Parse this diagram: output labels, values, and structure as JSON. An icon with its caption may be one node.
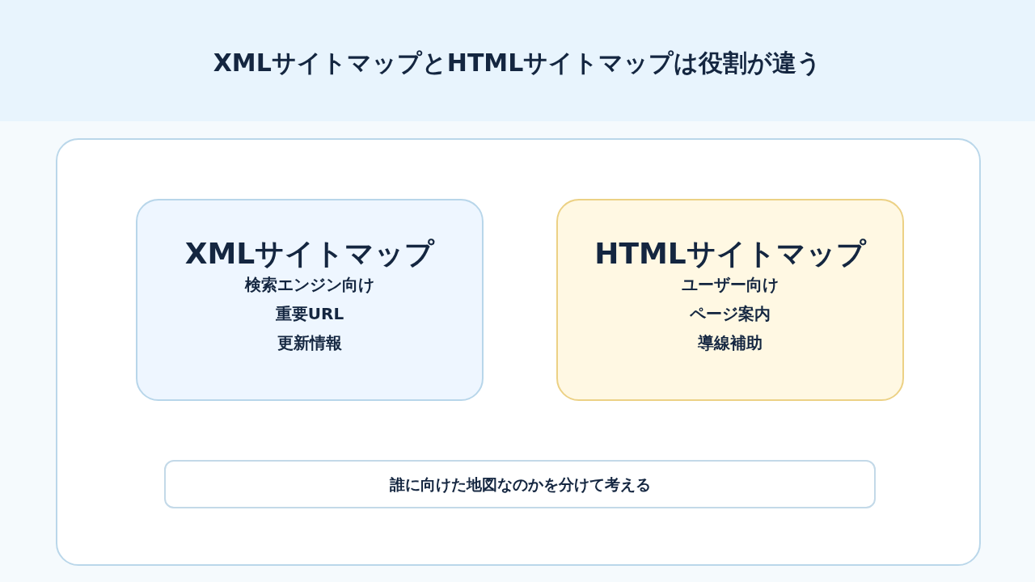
{
  "diagram": {
    "title": "XMLサイトマップとHTMLサイトマップは役割が違う",
    "nodes": [
      {
        "text": [],
        "shape": "box"
      },
      {
        "text": [
          "XMLサイトマップ",
          "検索エンジン向け",
          "重要URL",
          "更新情報"
        ],
        "in": 0
      },
      {
        "text": [
          "HTMLサイトマップ",
          "ユーザー向け",
          "ページ案内",
          "導線補助"
        ],
        "in": 0
      },
      {
        "text": [
          "誰に向けた地図なのかを分けて考える"
        ],
        "in": 0
      }
    ]
  }
}
